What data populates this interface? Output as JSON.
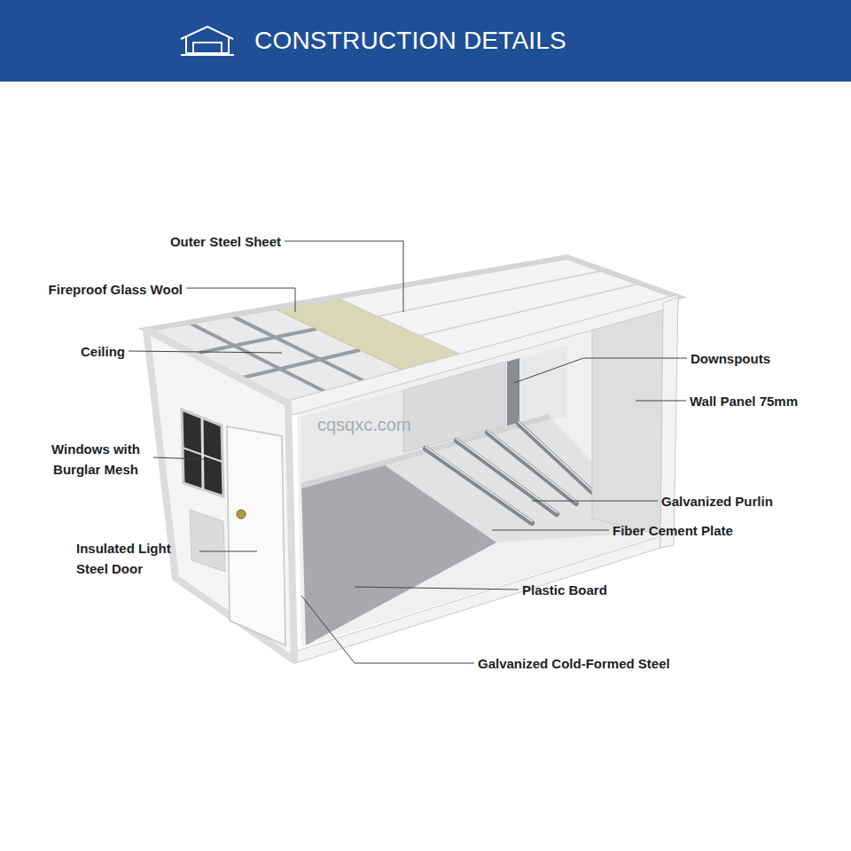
{
  "diagram": {
    "title": "CONSTRUCTION DETAILS",
    "labels": [
      "Outer Steel Sheet",
      "Fireproof Glass Wool",
      "Ceiling",
      "Windows with Burglar Mesh",
      "Insulated Light Steel Door",
      "Downspouts",
      "Wall Panel 75mm",
      "Galvanized Purlin",
      "Fiber Cement Plate",
      "Plastic Board",
      "Galvanized Cold-Formed Steel",
      "cqsqxc.com"
    ]
  }
}
